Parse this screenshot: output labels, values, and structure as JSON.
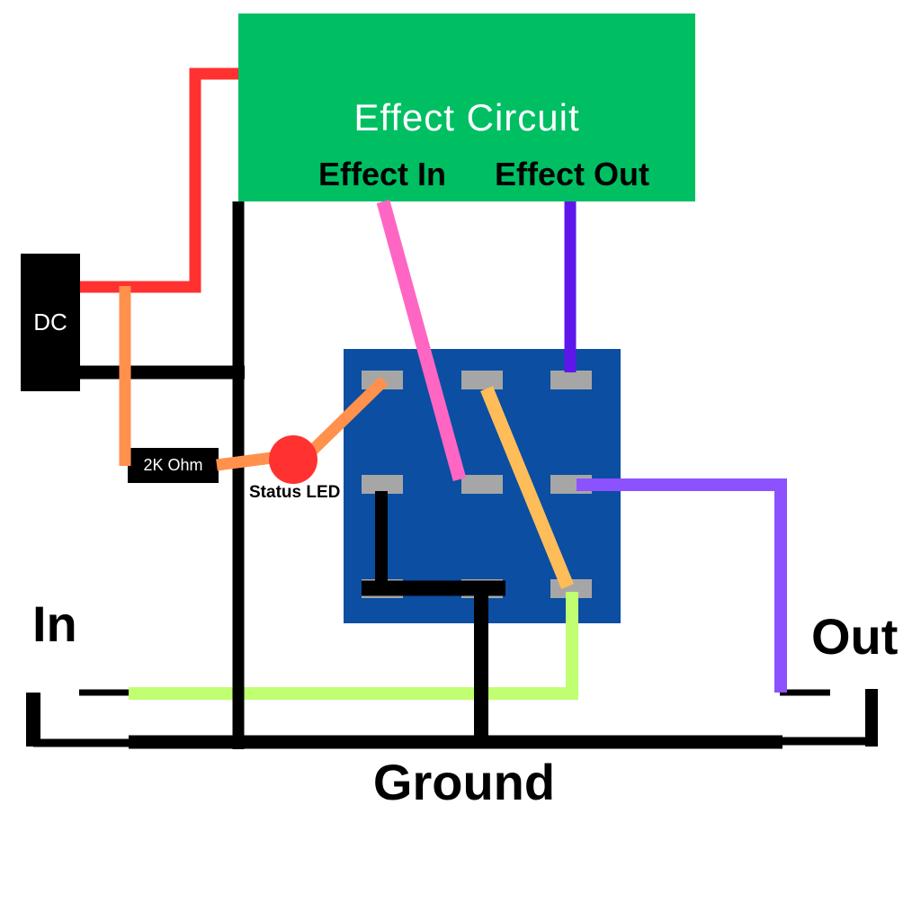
{
  "diagram": {
    "effect_circuit": {
      "title": "Effect Circuit",
      "input_label": "Effect In",
      "output_label": "Effect Out"
    },
    "dc_jack": {
      "label": "DC"
    },
    "resistor": {
      "label": "2K Ohm"
    },
    "status_led": {
      "label": "Status LED"
    },
    "input_jack": {
      "label": "In"
    },
    "output_jack": {
      "label": "Out"
    },
    "ground": {
      "label": "Ground"
    }
  },
  "colors": {
    "board-green": "#00BF63",
    "switch-blue": "#0B4EA2",
    "lug-gray": "#A6A6A6",
    "component-black": "#000000",
    "wire-black": "#000000",
    "wire-red": "#FF3131",
    "wire-orange": "#FF914D",
    "wire-golden": "#FFBD59",
    "wire-pink": "#FF66C4",
    "wire-indigo": "#5E17EB",
    "wire-purple": "#8C52FF",
    "wire-lightgreen": "#C1FF72",
    "text-white": "#FFFFFF",
    "text-black": "#000000"
  }
}
